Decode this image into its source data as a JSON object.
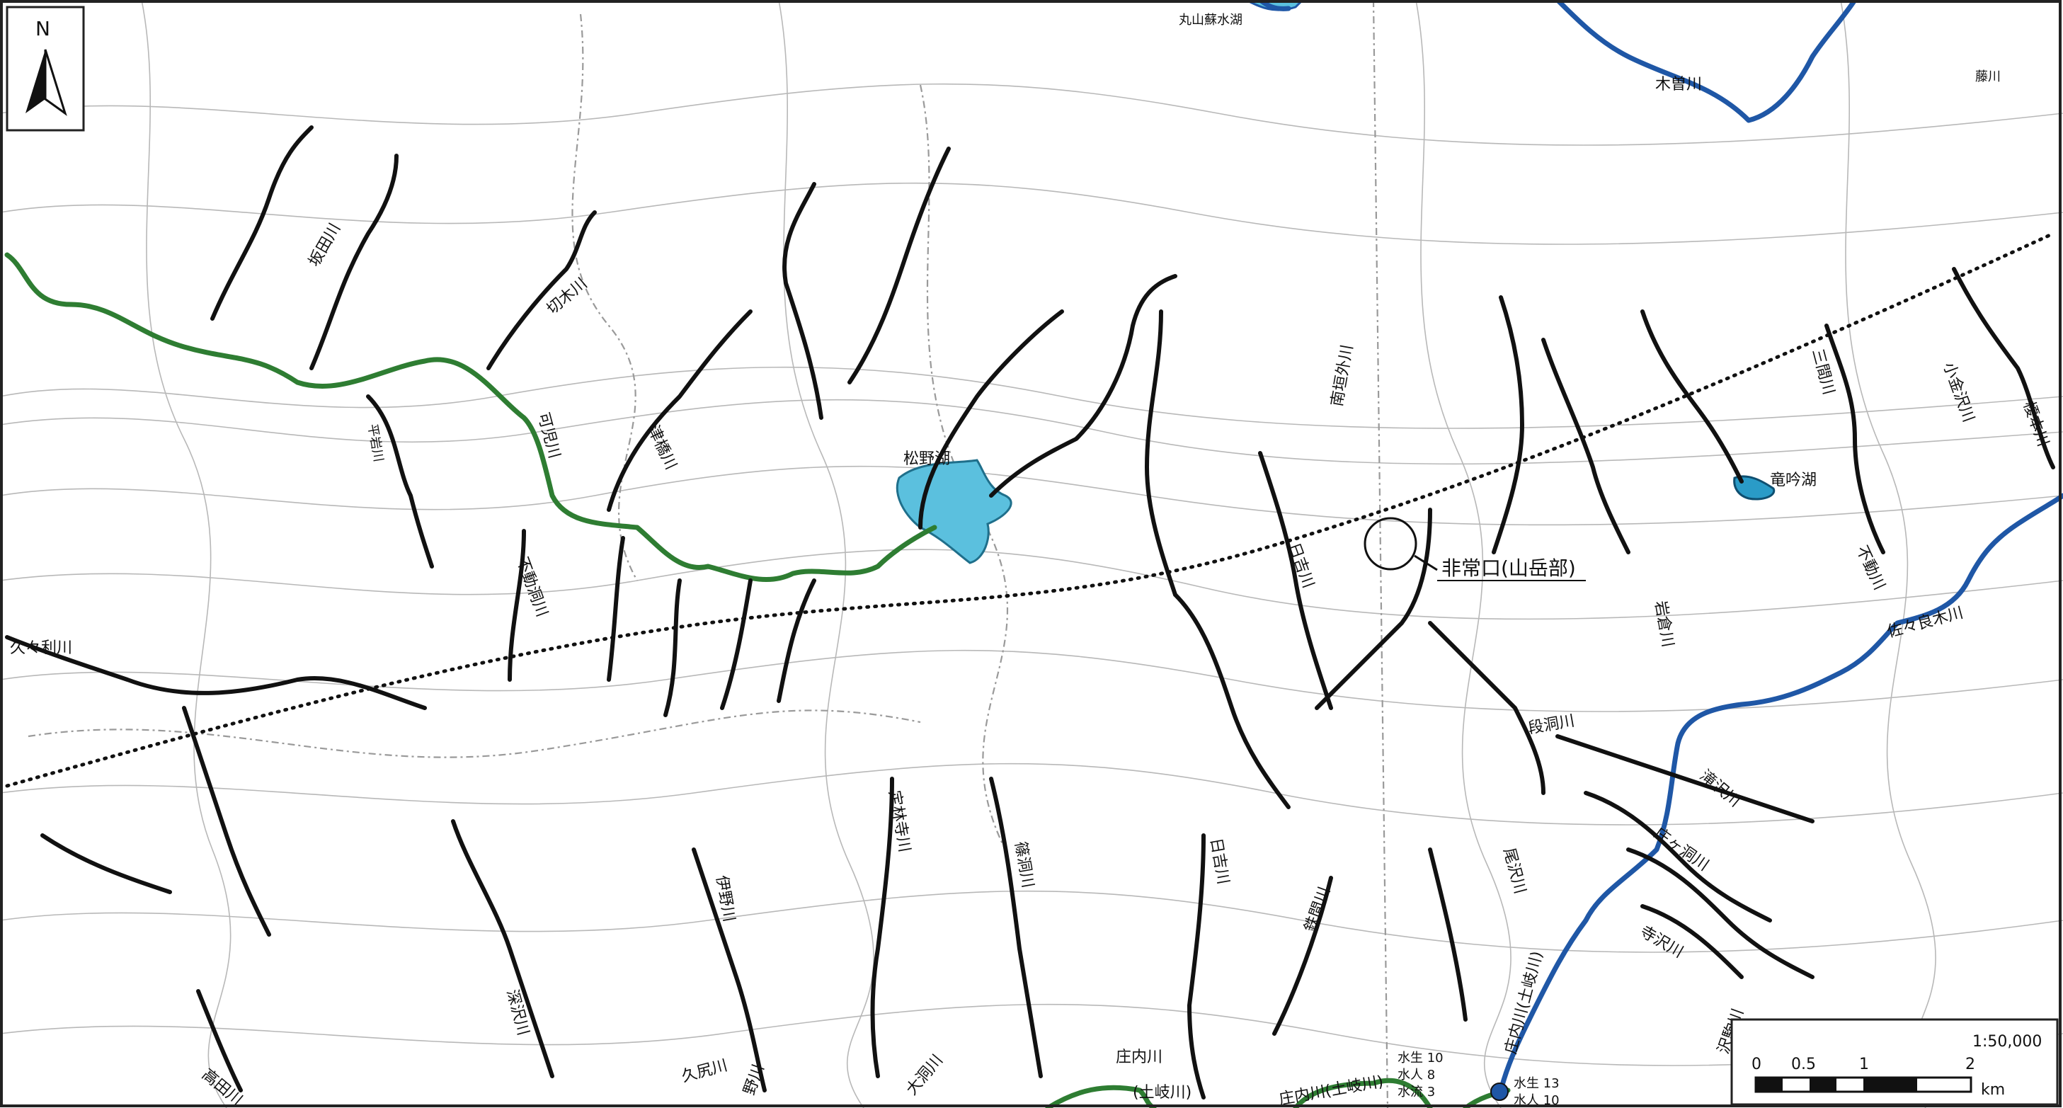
{
  "north_arrow": {
    "letter": "N"
  },
  "scale": {
    "ratio": "1:50,000",
    "ticks": [
      "0",
      "0.5",
      "1",
      "2"
    ],
    "unit": "km"
  },
  "tunnel_label": "非常口(山岳部)",
  "lakes": {
    "matsuno": "松野湖",
    "ryogin": "竜吟湖",
    "maruyama": "丸山蘇水湖"
  },
  "rivers": {
    "kiso": "木曽川",
    "fuji": "藤川",
    "sakada": "坂田川",
    "kirigi": "切木川",
    "hiraiwa": "平岩川",
    "kako": "可児川",
    "tsubaki": "津橋川",
    "fudohora_w": "不動洞川",
    "kukuri": "久々利川",
    "hiyoshi_n": "日吉川",
    "minamiyama": "南垣外川",
    "kotei": "小金沢川",
    "enomoto": "榎本川",
    "sandomo": "三間川",
    "fudo_e": "不動川",
    "iwakura": "岩倉川",
    "sasara": "佐々良木川",
    "dando": "段洞川",
    "takizawa": "滝沢川",
    "shogahora": "庄ヶ洞川",
    "jiyuji": "定林寺川",
    "ino": "伊野川",
    "fukasawa": "深沢川",
    "shiko": "篠洞川",
    "hiyoshi_s": "日吉川",
    "tetsuma": "鉄間川",
    "obisawa": "尾沢川",
    "teramae": "寺沢川",
    "sawa": "沢駒川",
    "shonai_toki": "庄内川(土岐川)",
    "shonai_b": "庄内川(土岐川)",
    "shonai_c": "庄内川",
    "toki_paren": "(土岐川)",
    "kujiri": "久尻川",
    "noda": "野川",
    "ohora": "大洞川",
    "takada": "高田川"
  },
  "water_quality": {
    "left": [
      "水生 10",
      "水人 8",
      "水流 3"
    ],
    "right": [
      "水生 13",
      "水人 10"
    ]
  }
}
